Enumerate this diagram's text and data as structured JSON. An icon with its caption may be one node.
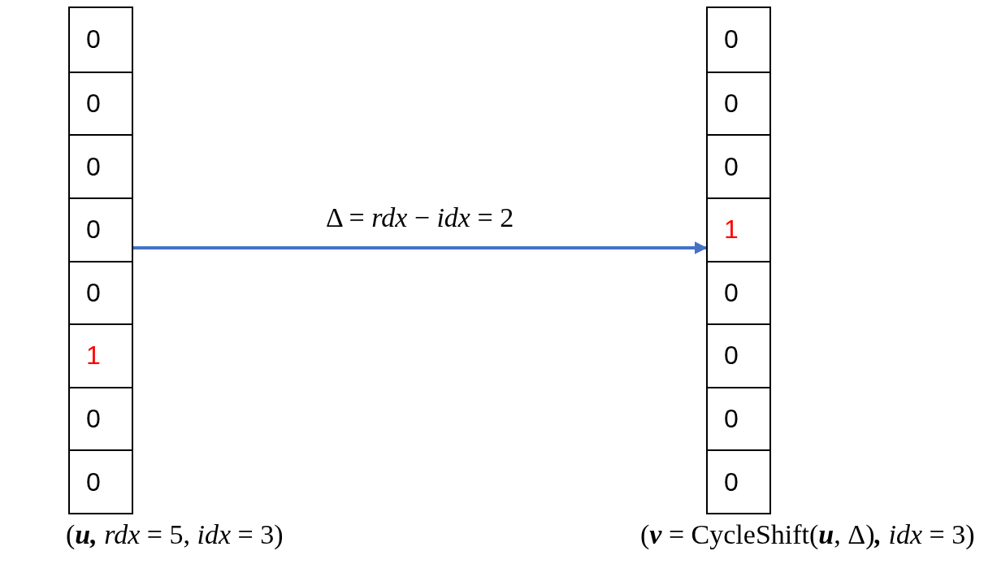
{
  "diagram": {
    "nodes": [
      {
        "text": [],
        "shape": "box",
        "beside": [
          "(**u,** *rdx* = 5, *idx* = 3)"
        ]
      },
      {
        "text": [
          "0"
        ],
        "in": 0
      },
      {
        "text": [
          "0"
        ],
        "in": 0
      },
      {
        "text": [
          "0"
        ],
        "in": 0
      },
      {
        "text": [
          "0"
        ],
        "in": 0
      },
      {
        "text": [
          "0"
        ],
        "in": 0
      },
      {
        "text": [
          "1"
        ],
        "in": 0
      },
      {
        "text": [
          "0"
        ],
        "in": 0
      },
      {
        "text": [
          "0"
        ],
        "in": 0
      },
      {
        "text": [],
        "shape": "box",
        "beside": [
          "(**v** = CycleShift(**u**, Δ)**,** *idx* = 3)"
        ]
      },
      {
        "text": [
          "0"
        ],
        "in": 9
      },
      {
        "text": [
          "0"
        ],
        "in": 9
      },
      {
        "text": [
          "0"
        ],
        "in": 9
      },
      {
        "text": [
          "1"
        ],
        "in": 9
      },
      {
        "text": [
          "0"
        ],
        "in": 9
      },
      {
        "text": [
          "0"
        ],
        "in": 9
      },
      {
        "text": [
          "0"
        ],
        "in": 9
      },
      {
        "text": [
          "0"
        ],
        "in": 9
      }
    ],
    "edges": [
      {
        "from": 0,
        "to": 9,
        "arrow": "to",
        "label": "Δ = *rdx* − *idx* = 2"
      }
    ]
  }
}
